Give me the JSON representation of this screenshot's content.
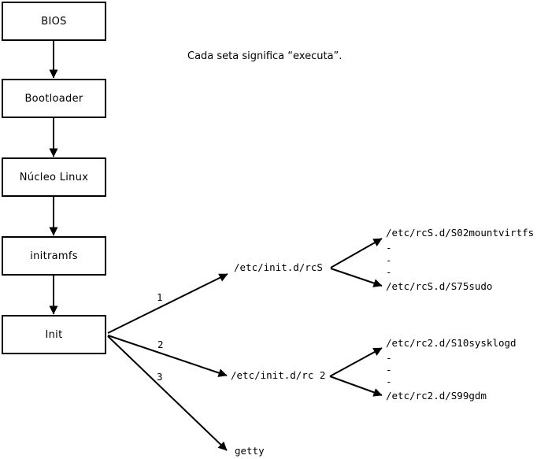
{
  "colors": {
    "foreground": "#000000",
    "background": "#ffffff"
  },
  "note": "Cada seta significa “executa”.",
  "flow_boxes": [
    {
      "label": "BIOS"
    },
    {
      "label": "Bootloader"
    },
    {
      "label": "Núcleo Linux"
    },
    {
      "label": "initramfs"
    },
    {
      "label": "Init"
    }
  ],
  "branches": [
    {
      "number": "1",
      "target": "/etc/init.d/rcS",
      "scripts_first": "/etc/rcS.d/S02mountvirtfs",
      "ellipsis": [
        "-",
        "-",
        "-"
      ],
      "scripts_last": "/etc/rcS.d/S75sudo"
    },
    {
      "number": "2",
      "target": "/etc/init.d/rc 2",
      "scripts_first": "/etc/rc2.d/S10sysklogd",
      "ellipsis": [
        "-",
        "-",
        "-"
      ],
      "scripts_last": "/etc/rc2.d/S99gdm"
    },
    {
      "number": "3",
      "target": "getty"
    }
  ]
}
